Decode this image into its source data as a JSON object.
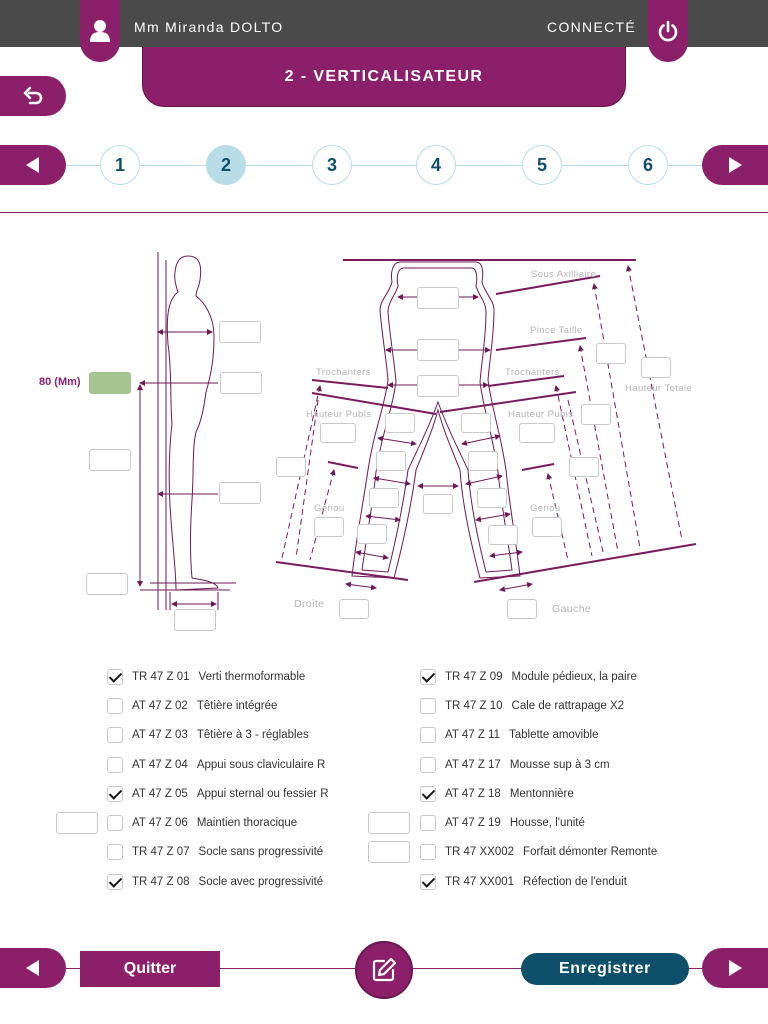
{
  "header": {
    "user_name": "Mm Miranda DOLTO",
    "status": "CONNECTÉ",
    "title": "2 - VERTICALISATEUR",
    "user_icon": "user-icon",
    "power_icon": "power-icon",
    "back_icon": "undo-icon"
  },
  "steps": {
    "items": [
      "1",
      "2",
      "3",
      "4",
      "5",
      "6"
    ],
    "active": "2"
  },
  "diagram": {
    "height_value_label": "80 (Mm)",
    "labels": {
      "sous_axilliaire": "Sous Axilliaire",
      "pince_taille": "Pince Taille",
      "trochanters_left": "Trochanters",
      "trochanters_right": "Trochanters",
      "hauteur_totale": "Hauteur Totale",
      "hauteur_pubis_left": "Hauteur Pubis",
      "hauteur_pubis_right": "Hauteur Pubis",
      "genou_left": "Genou",
      "genou_right": "Genou",
      "droite": "Droite",
      "gauche": "Gauche"
    }
  },
  "options_left": [
    {
      "code": "TR 47 Z 01",
      "label": "Verti thermoformable",
      "checked": true
    },
    {
      "code": "AT 47 Z 02",
      "label": "Têtière intégrée",
      "checked": false
    },
    {
      "code": "AT 47 Z 03",
      "label": "Têtière à 3 - réglables",
      "checked": false
    },
    {
      "code": "AT 47 Z 04",
      "label": "Appui sous claviculaire R",
      "checked": false
    },
    {
      "code": "AT 47 Z 05",
      "label": "Appui sternal ou fessier R",
      "checked": true
    },
    {
      "code": "AT 47 Z 06",
      "label": "Maintien thoracique",
      "checked": false
    },
    {
      "code": "TR 47 Z 07",
      "label": "Socle sans progressivité",
      "checked": false
    },
    {
      "code": "TR 47 Z 08",
      "label": "Socle avec progressivité",
      "checked": true
    }
  ],
  "options_right": [
    {
      "code": "TR 47 Z 09",
      "label": "Module pédieux, la paire",
      "checked": true
    },
    {
      "code": "TR 47 Z 10",
      "label": "Cale de rattrapage X2",
      "checked": false
    },
    {
      "code": "AT 47 Z 11",
      "label": "Tablette amovible",
      "checked": false
    },
    {
      "code": "AT 47 Z 17",
      "label": "Mousse sup à 3 cm",
      "checked": false
    },
    {
      "code": "AT 47 Z 18",
      "label": "Mentonnière",
      "checked": true
    },
    {
      "code": "AT 47 Z 19",
      "label": "Housse, l'unité",
      "checked": false
    },
    {
      "code": "TR 47 XX002",
      "label": "Forfait démonter Remonte",
      "checked": false
    },
    {
      "code": "TR 47 XX001",
      "label": "Réfection de l'enduit",
      "checked": true
    }
  ],
  "footer": {
    "quit_label": "Quitter",
    "save_label": "Enregistrer",
    "edit_icon": "edit-icon"
  },
  "colors": {
    "primary": "#8c1f6a",
    "secondary": "#0e4f6b",
    "step_active": "#b9dde6",
    "filled_field": "#a6c48f",
    "topbar": "#4a4a4a"
  }
}
